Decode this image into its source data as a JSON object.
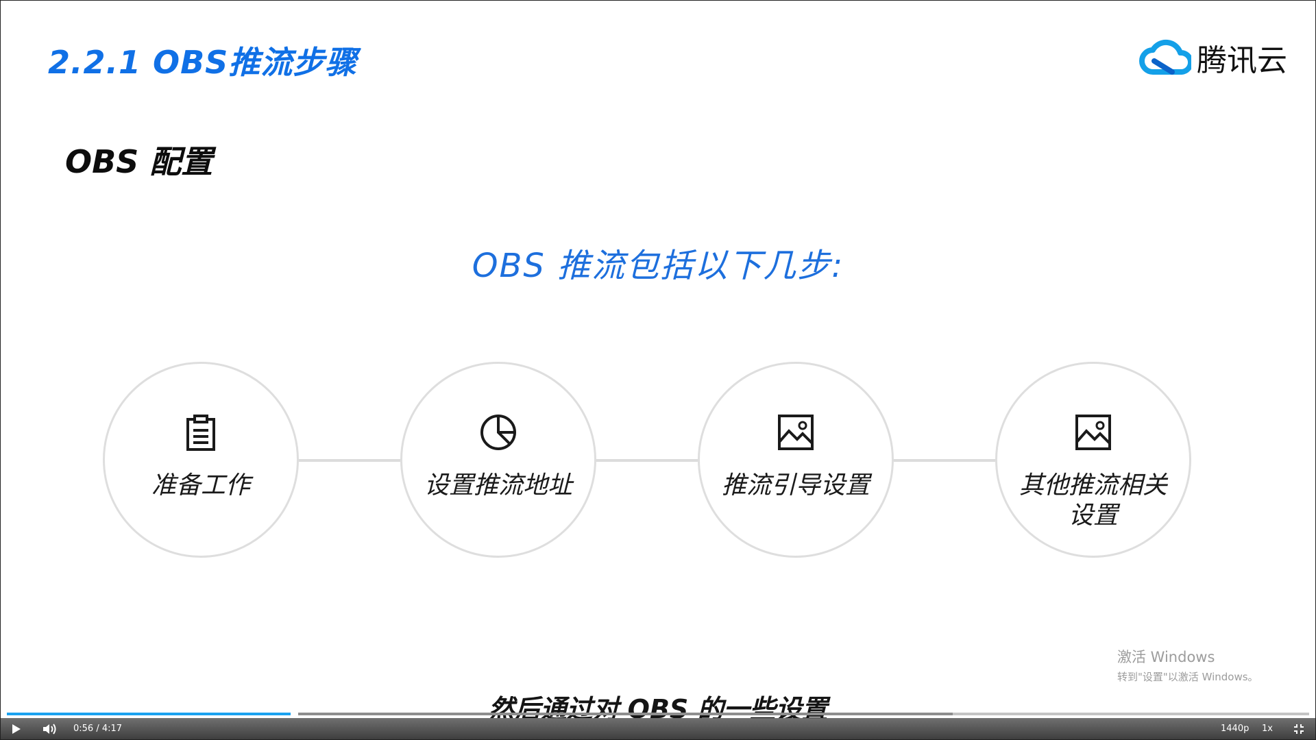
{
  "slide": {
    "title": "2.2.1 OBS推流步骤",
    "brand": "腾讯云",
    "section_title": "OBS 配置",
    "subtitle": "OBS 推流包括以下几步:",
    "steps": [
      {
        "label": "准备工作",
        "icon": "clipboard-icon"
      },
      {
        "label": "设置推流地址",
        "icon": "pie-chart-icon"
      },
      {
        "label": "推流引导设置",
        "icon": "image-icon"
      },
      {
        "label": "其他推流相关设置",
        "icon": "image-icon"
      }
    ]
  },
  "watermark": {
    "line1": "激活 Windows",
    "line2": "转到\"设置\"以激活 Windows。"
  },
  "caption": "然后通过对 OBS 的一些设置",
  "player": {
    "time": "0:56 / 4:17",
    "progress": 0.218,
    "quality": "1440p",
    "speed": "1x",
    "accent": "#1aa2f0"
  },
  "colors": {
    "title_blue": "#1070e6",
    "subtitle_blue": "#1d6fdd"
  }
}
